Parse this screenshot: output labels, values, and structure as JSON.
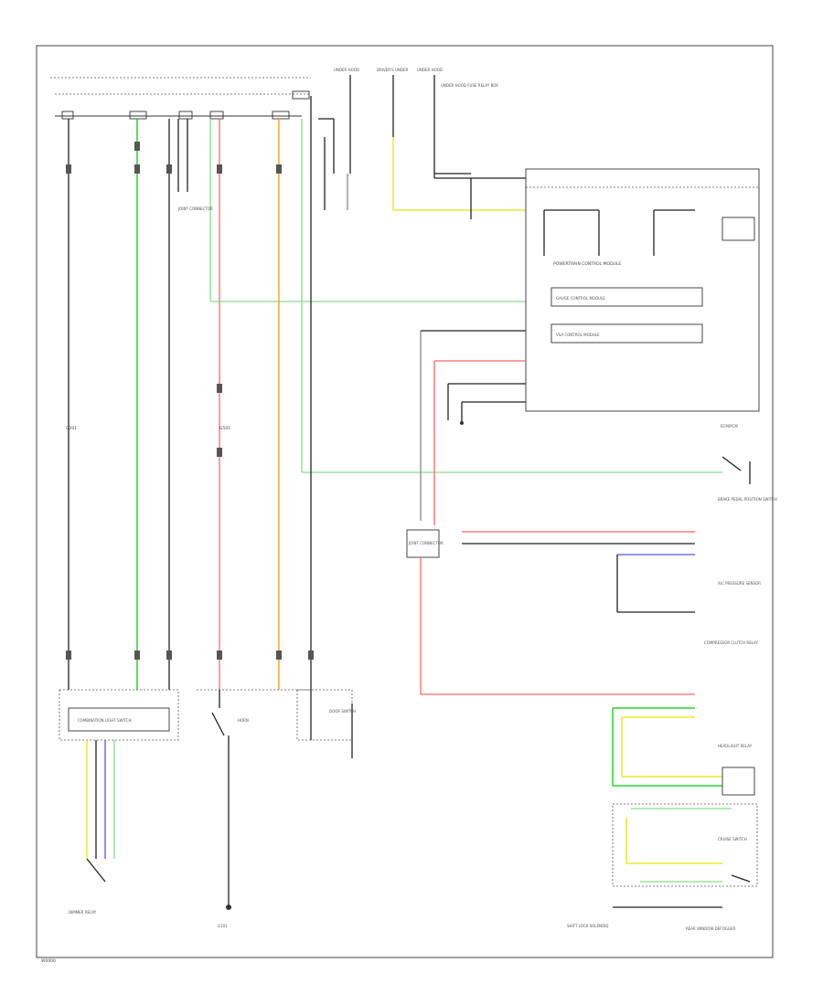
{
  "diagram": {
    "footer_code": "W0000",
    "labels": {
      "fuse_top_1": "UNDER HOOD",
      "fuse_top_2": "DRIVER'S UNDER",
      "fuse_top_3": "UNDER HOOD",
      "fuse_box_note": "UNDER HOOD FUSE RELAY BOX",
      "g_ground_top": "G501",
      "ground_left": "G201",
      "jct_label": "JOINT CONNECTOR",
      "mode_module": "POWERTRAIN CONTROL MODULE",
      "gauge_ctrl": "GAUGE CONTROL MODULE",
      "vsa_ctrl": "VSA CONTROL MODULE",
      "ecm": "ECM/PCM",
      "brake_switch": "BRAKE PEDAL POSITION SWITCH",
      "ac_pressure": "A/C PRESSURE SENSOR",
      "ac_compressor": "COMPRESSOR CLUTCH RELAY",
      "headlight_relay": "HEADLIGHT RELAY",
      "cruise_switch": "CRUISE SWITCH",
      "combination": "COMBINATION LIGHT SWITCH",
      "dimmer": "DIMMER RELAY",
      "sbs_label": "SHIFT LOCK SOLENOID",
      "rear_window": "REAR WINDOW DEFOGGER",
      "horn": "HORN",
      "ground_bottom": "G101",
      "door_switch": "DOOR SWITCH"
    }
  }
}
